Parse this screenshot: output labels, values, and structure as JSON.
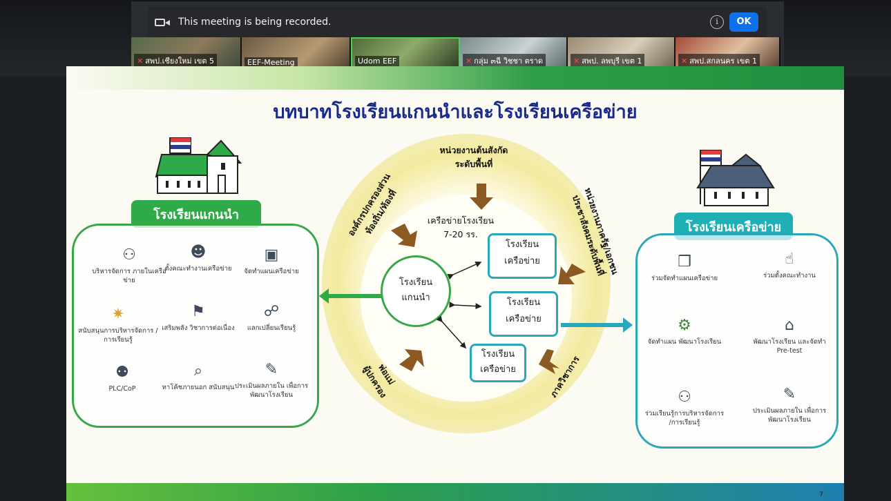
{
  "meeting": {
    "banner_text": "This meeting is being recorded.",
    "ok_label": "OK",
    "participants": [
      {
        "name": "สพป.เชียงใหม่ เขต 5",
        "muted": true
      },
      {
        "name": "EEF-Meeting",
        "muted": false
      },
      {
        "name": "Udom EEF",
        "muted": false
      },
      {
        "name": "กลุ่ม ๓ฉี วิชชา ตราด",
        "muted": true
      },
      {
        "name": "สพป. ลพบุรี เขต 1",
        "muted": true
      },
      {
        "name": "สพป.สกลนคร เขต 1",
        "muted": true
      }
    ]
  },
  "slide": {
    "title": "บทบาทโรงเรียนแกนนำและโรงเรียนเครือข่าย",
    "page_number": "7",
    "left": {
      "heading": "โรงเรียนแกนนำ",
      "items": [
        {
          "icon": "team-meeting-icon",
          "label": "บริหารจัดการ ภายในเครือข่าย"
        },
        {
          "icon": "hand-person-icon",
          "label": "ตั้งคณะทำงานเครือข่าย"
        },
        {
          "icon": "presentation-icon",
          "label": "จัดทำแผนเครือข่าย"
        },
        {
          "icon": "lightbulb-icon",
          "label": "สนับสนุนการบริหารจัดการ /การเรียนรู้"
        },
        {
          "icon": "mentor-icon",
          "label": "เสริมพลัง วิชาการต่อเนื่อง"
        },
        {
          "icon": "exchange-icon",
          "label": "แลกเปลี่ยนเรียนรู้"
        },
        {
          "icon": "plc-icon",
          "label": "PLC/CoP"
        },
        {
          "icon": "search-icon",
          "label": "หาโค้ชภายนอก สนับสนุน"
        },
        {
          "icon": "evaluation-icon",
          "label": "ประเมินผลภายใน เพื่อการพัฒนาโรงเรียน"
        }
      ]
    },
    "right": {
      "heading": "โรงเรียนเครือข่าย",
      "items": [
        {
          "icon": "book-icon",
          "label": "ร่วมจัดทำแผนเครือข่าย"
        },
        {
          "icon": "hand-team-icon",
          "label": "ร่วมตั้งคณะทำงาน"
        },
        {
          "icon": "gear-house-icon",
          "label": "จัดทำแผน พัฒนาโรงเรียน"
        },
        {
          "icon": "house-board-icon",
          "label": "พัฒนาโรงเรียน และจัดทำ Pre-test"
        },
        {
          "icon": "group-learning-icon",
          "label": "ร่วมเรียนรู้การบริหารจัดการ /การเรียนรู้"
        },
        {
          "icon": "evaluation-icon",
          "label": "ประเมินผลภายใน เพื่อการพัฒนาโรงเรียน"
        }
      ]
    },
    "center": {
      "core": [
        "โรงเรียน",
        "แกนนำ"
      ],
      "network_label": [
        "เครือข่ายโรงเรียน",
        "7-20 รร."
      ],
      "network_box": [
        "โรงเรียน",
        "เครือข่าย"
      ],
      "outer_labels": {
        "top": [
          "หน่วยงานต้นสังกัด",
          "ระดับพื้นที่"
        ],
        "top_left": [
          "องค์กรปกครองส่วน",
          "ท้องถิ่น/ท้องที่"
        ],
        "top_right": [
          "หน่วยงานภาครัฐ/เอกชน",
          "ประชาสังคมระดับพื้นที่"
        ],
        "bottom_left": [
          "พ่อแม่",
          "ผู้ปกครอง"
        ],
        "bottom_right": [
          "ภาควิชาการ"
        ]
      }
    }
  }
}
